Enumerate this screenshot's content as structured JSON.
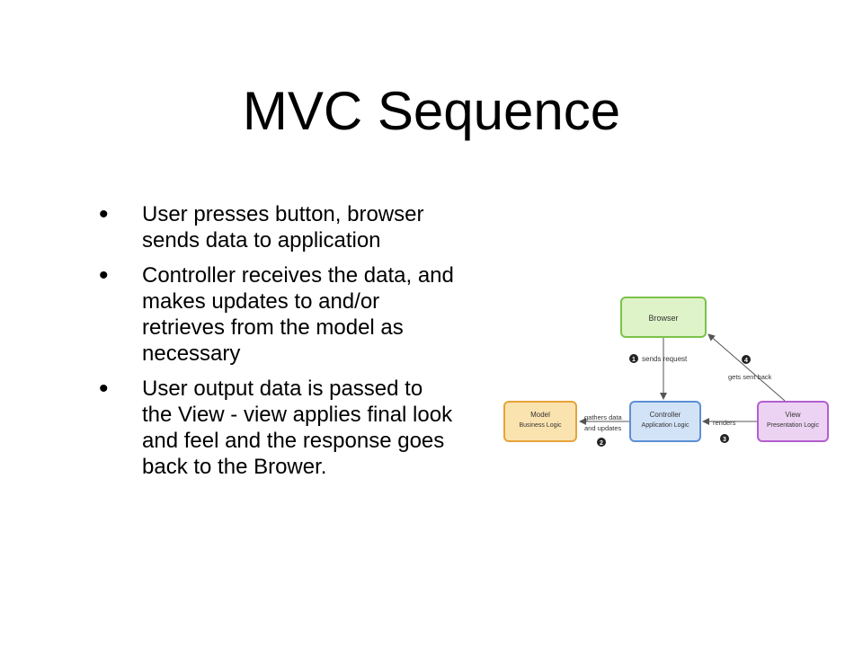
{
  "slide": {
    "title": "MVC Sequence",
    "bullets": [
      "User presses button, browser sends data to application",
      "Controller receives the data, and makes updates to and/or retrieves from the model as necessary",
      "User output data is passed to the View - view applies final look and feel and the response goes back to the Brower."
    ]
  },
  "diagram": {
    "nodes": {
      "browser": {
        "label": "Browser",
        "fill": "#dff3c8",
        "stroke": "#7cc24a"
      },
      "model": {
        "label": "Model",
        "sublabel": "Business Logic",
        "fill": "#fbe3b0",
        "stroke": "#e6a33a"
      },
      "controller": {
        "label": "Controller",
        "sublabel": "Application Logic",
        "fill": "#d3e3f7",
        "stroke": "#5d8fd6"
      },
      "view": {
        "label": "View",
        "sublabel": "Presentation Logic",
        "fill": "#ecd3f3",
        "stroke": "#b35fd0"
      }
    },
    "steps": {
      "s1": {
        "number": "1",
        "label": "sends request"
      },
      "s2": {
        "number": "2",
        "label_line1": "gathers data",
        "label_line2": "and updates"
      },
      "s3": {
        "number": "3",
        "label": "renders"
      },
      "s4": {
        "number": "4",
        "label": "gets sent back"
      }
    },
    "arrow_color": "#555555"
  }
}
